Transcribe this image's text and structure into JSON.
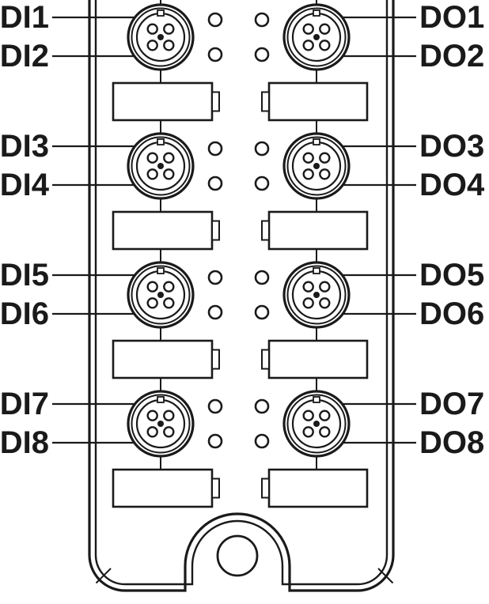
{
  "diagram": {
    "type": "io-module-pinout-front-view",
    "colors": {
      "line": "#1a1a1a",
      "background": "#ffffff"
    },
    "rows": [
      {
        "left_top": "DI1",
        "left_bottom": "DI2",
        "right_top": "DO1",
        "right_bottom": "DO2"
      },
      {
        "left_top": "DI3",
        "left_bottom": "DI4",
        "right_top": "DO3",
        "right_bottom": "DO4"
      },
      {
        "left_top": "DI5",
        "left_bottom": "DI6",
        "right_top": "DO5",
        "right_bottom": "DO6"
      },
      {
        "left_top": "DI7",
        "left_bottom": "DI8",
        "right_top": "DO7",
        "right_bottom": "DO8"
      }
    ]
  }
}
